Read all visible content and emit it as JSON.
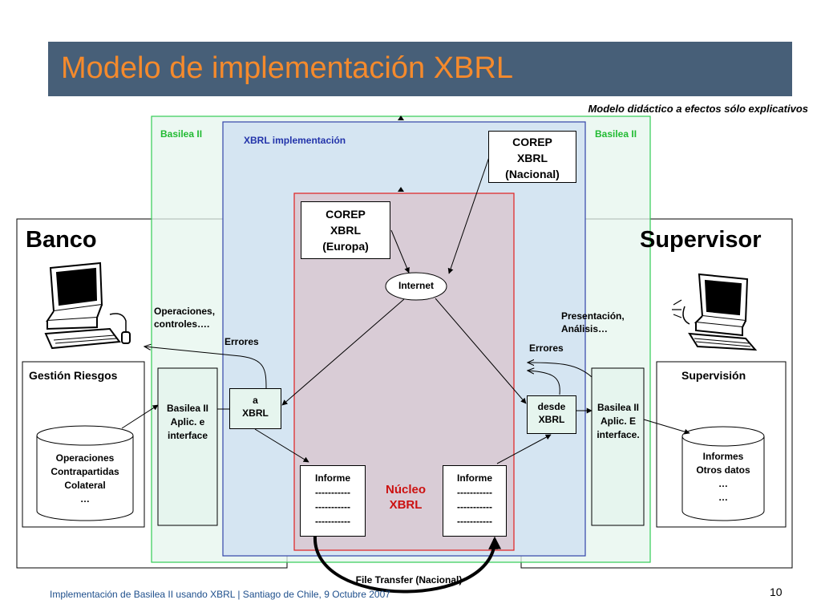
{
  "slide": {
    "title": "Modelo de implementación XBRL",
    "note": "Modelo didáctico a efectos sólo explicativos",
    "footer": "Implementación de Basilea II usando XBRL | Santiago de Chile, 9 Octubre 2007",
    "page_number": "10"
  },
  "zones": {
    "basilea_left": "Basilea II",
    "basilea_right": "Basilea II",
    "xbrl_impl": "XBRL implementación",
    "nucleo": [
      "Núcleo",
      "XBRL"
    ]
  },
  "banco": {
    "heading": "Banco",
    "gestion": "Gestión Riesgos",
    "db_lines": [
      "Operaciones",
      "Contrapartidas",
      "Colateral",
      "…"
    ],
    "app_lines": [
      "Basilea II",
      "Aplic. e",
      "interface"
    ],
    "ops_label": [
      "Operaciones,",
      "controles…."
    ],
    "errores": "Errores",
    "a_xbrl": [
      "a",
      "XBRL"
    ]
  },
  "supervisor": {
    "heading": "Supervisor",
    "supervision": "Supervisión",
    "db_lines": [
      "Informes",
      "Otros datos",
      "…",
      "…"
    ],
    "app_lines": [
      "Basilea II",
      "Aplic. E",
      "interface."
    ],
    "pres_label": [
      "Presentación,",
      "Análisis…"
    ],
    "errores": "Errores",
    "desde_xbrl": [
      "desde",
      "XBRL"
    ]
  },
  "corep_nacional": [
    "COREP",
    "XBRL",
    "(Nacional)"
  ],
  "corep_europa": [
    "COREP",
    "XBRL",
    "(Europa)"
  ],
  "internet": "Internet",
  "informe_left": [
    "Informe",
    "-----------",
    "-----------",
    "-----------"
  ],
  "informe_right": [
    "Informe",
    "-----------",
    "-----------",
    "-----------"
  ],
  "file_transfer": "File Transfer (Nacional)",
  "colors": {
    "title_bar": "#475f78",
    "title_text": "#f58a2c",
    "basilea_zone": "#e6f5ee",
    "basilea_border": "#33cc55",
    "xbrl_zone": "#d5e5f2",
    "xbrl_border": "#3344aa",
    "nucleo_zone": "#d9ccd6",
    "nucleo_border": "#e02020"
  }
}
